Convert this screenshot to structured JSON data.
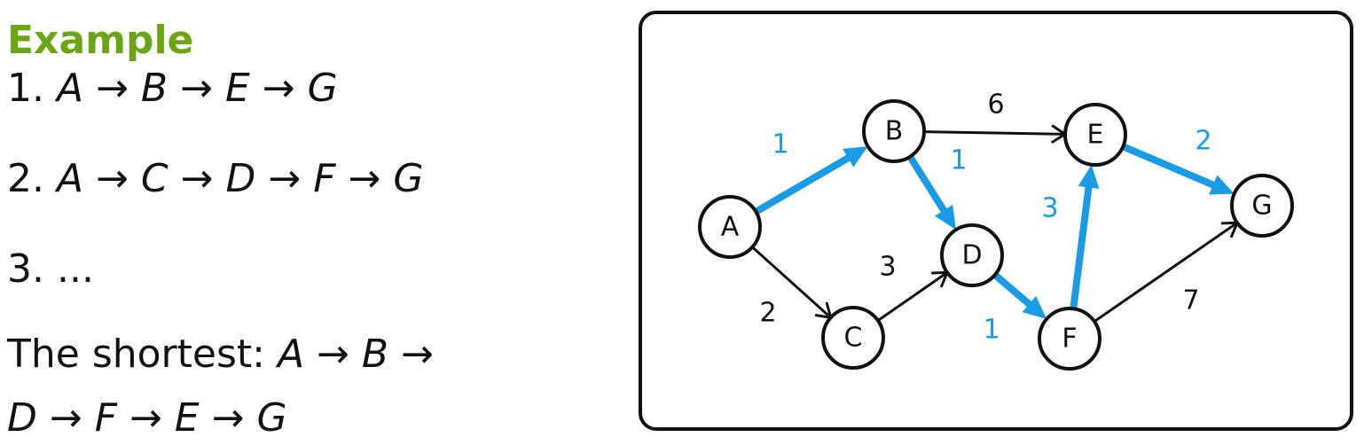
{
  "heading": "Example",
  "paths": [
    {
      "number": "1.",
      "route": "A → B → E → G"
    },
    {
      "number": "2.",
      "route": "A → C → D → F → G"
    },
    {
      "number": "3.",
      "route": "..."
    }
  ],
  "shortest": {
    "label": "The shortest:",
    "route_line1": "A → B →",
    "route_line2": "D → F → E → G"
  },
  "graph": {
    "colors": {
      "highlight": "#1a9be6",
      "normal": "#111111"
    },
    "nodes": [
      {
        "id": "A",
        "label": "A"
      },
      {
        "id": "B",
        "label": "B"
      },
      {
        "id": "C",
        "label": "C"
      },
      {
        "id": "D",
        "label": "D"
      },
      {
        "id": "E",
        "label": "E"
      },
      {
        "id": "F",
        "label": "F"
      },
      {
        "id": "G",
        "label": "G"
      }
    ],
    "edges": [
      {
        "from": "A",
        "to": "B",
        "weight": "1",
        "highlight": true
      },
      {
        "from": "A",
        "to": "C",
        "weight": "2",
        "highlight": false
      },
      {
        "from": "B",
        "to": "E",
        "weight": "6",
        "highlight": false
      },
      {
        "from": "B",
        "to": "D",
        "weight": "1",
        "highlight": true
      },
      {
        "from": "C",
        "to": "D",
        "weight": "3",
        "highlight": false
      },
      {
        "from": "D",
        "to": "F",
        "weight": "1",
        "highlight": true
      },
      {
        "from": "F",
        "to": "E",
        "weight": "3",
        "highlight": true
      },
      {
        "from": "E",
        "to": "G",
        "weight": "2",
        "highlight": true
      },
      {
        "from": "F",
        "to": "G",
        "weight": "7",
        "highlight": false
      }
    ]
  }
}
